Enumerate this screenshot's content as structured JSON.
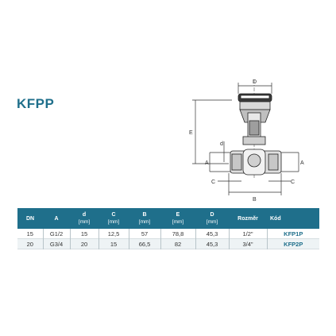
{
  "title": "KFPP",
  "drawing": {
    "labels": {
      "d_top": "D",
      "e": "E",
      "d_small": "d",
      "a_left": "A",
      "a_right": "A",
      "c_left": "C",
      "c_right": "C",
      "b": "B"
    }
  },
  "table": {
    "headers": [
      {
        "name": "DN",
        "unit": ""
      },
      {
        "name": "A",
        "unit": ""
      },
      {
        "name": "d",
        "unit": "[mm]"
      },
      {
        "name": "C",
        "unit": "[mm]"
      },
      {
        "name": "B",
        "unit": "[mm]"
      },
      {
        "name": "E",
        "unit": "[mm]"
      },
      {
        "name": "D",
        "unit": "[mm]"
      },
      {
        "name": "Rozměr",
        "unit": ""
      },
      {
        "name": "Kód",
        "unit": ""
      }
    ],
    "rows": [
      [
        "15",
        "G1/2",
        "15",
        "12,5",
        "57",
        "78,8",
        "45,3",
        "1/2\"",
        "KFP1P"
      ],
      [
        "20",
        "G3/4",
        "20",
        "15",
        "66,5",
        "82",
        "45,3",
        "3/4\"",
        "KFP2P"
      ]
    ]
  },
  "colors": {
    "accent": "#1f6f8b"
  }
}
